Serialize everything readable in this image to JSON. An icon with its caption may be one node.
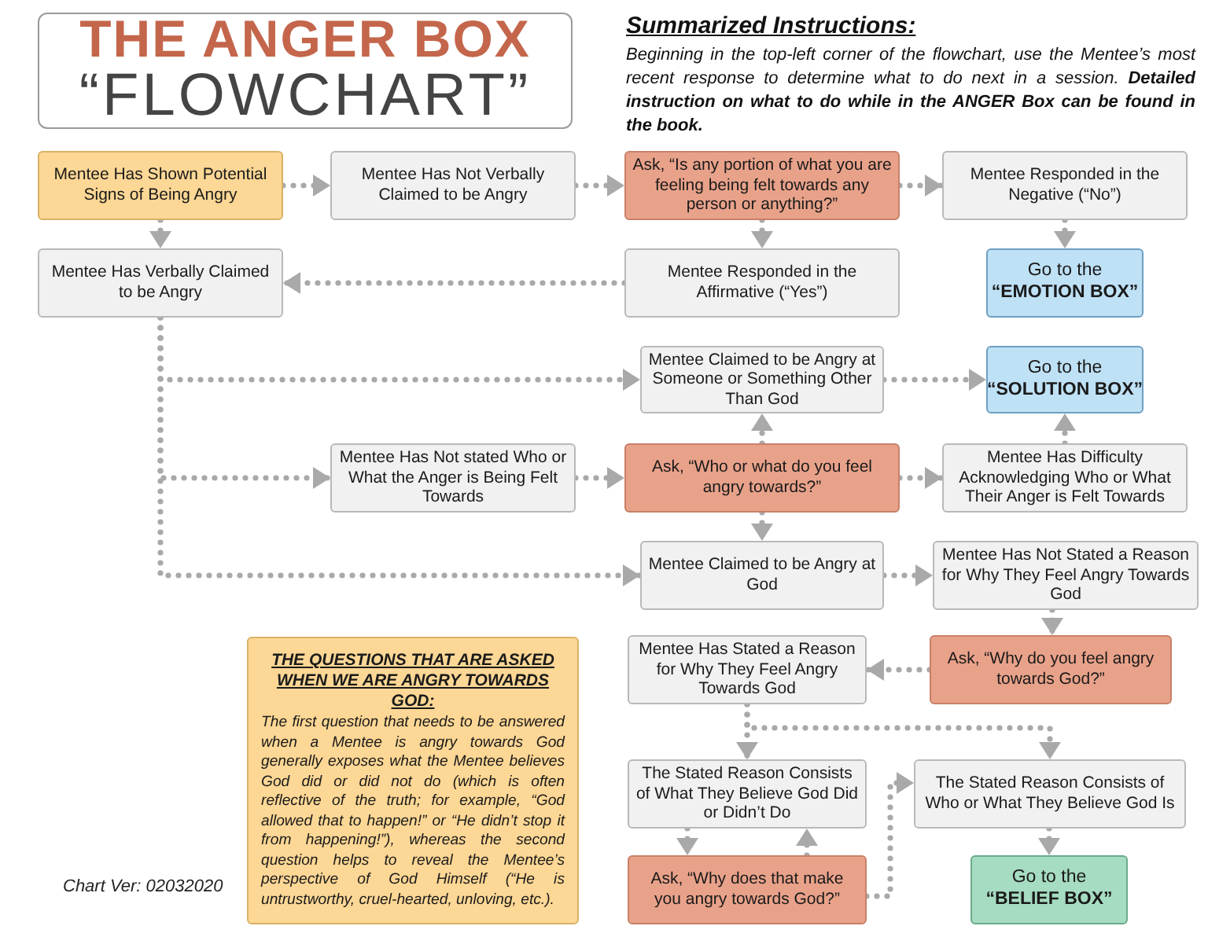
{
  "diagram": {
    "nodes": [
      {
        "text": [
          "THE ANGER BOX",
          "“FLOWCHART”"
        ]
      },
      {
        "text": [
          "Mentee Has Shown Potential Signs of Being Angry"
        ]
      },
      {
        "text": [
          "Mentee Has Not Verbally Claimed to be Angry"
        ]
      },
      {
        "text": [
          "Ask, “Is any portion of what you are feeling being felt towards any person or anything?”"
        ]
      },
      {
        "text": [
          "Mentee Responded in the Negative (“No”)"
        ]
      },
      {
        "text": [
          "Mentee Has Verbally Claimed to be Angry"
        ]
      },
      {
        "text": [
          "Mentee Responded in the Affirmative (“Yes”)"
        ]
      },
      {
        "text": [
          "Go to the **“EMOTION BOX”**"
        ]
      },
      {
        "text": [
          "Mentee Claimed to be Angry at Someone or Something Other Than God"
        ]
      },
      {
        "text": [
          "Go to the **“SOLUTION BOX”**"
        ]
      },
      {
        "text": [
          "Mentee Has Not stated Who or What the Anger is Being Felt Towards"
        ]
      },
      {
        "text": [
          "Ask, “Who or what do you feel angry towards?”"
        ]
      },
      {
        "text": [
          "Mentee Has Difficulty Acknowledging Who or What Their Anger is Felt Towards"
        ]
      },
      {
        "text": [
          "Mentee Claimed to be Angry at God"
        ]
      },
      {
        "text": [
          "Mentee Has Not Stated a Reason for Why They Feel Angry Towards God"
        ]
      },
      {
        "text": [
          "THE QUESTIONS THAT ARE ASKED WHEN WE ARE ANGRY TOWARDS GOD:",
          "The first question that needs to be answered when a Mentee is angry towards God generally exposes what the Mentee believes God did or did not do (which is often reflective of the truth; for example, “God allowed that to happen!” or “He didn’t stop it from happening!”), whereas the second question helps to reveal the Mentee’s perspective of God Himself (“He is untrustworthy, cruel-hearted, unloving, etc.)."
        ]
      },
      {
        "text": [
          "Mentee Has Stated a Reason for Why They Feel Angry Towards God"
        ]
      },
      {
        "text": [
          "Ask, “Why do you feel angry towards God?”"
        ]
      },
      {
        "text": [
          "The Stated Reason Consists of What They Believe God Did or Didn’t Do"
        ]
      },
      {
        "text": [
          "The Stated Reason Consists of Who or What They Believe God Is"
        ]
      },
      {
        "text": [
          "Ask, “Why does that make you angry towards God?”"
        ]
      },
      {
        "text": [
          "Go to the **“BELIEF BOX”**"
        ]
      }
    ],
    "edges": [
      {
        "from": 1,
        "to": 2,
        "arrow": "to"
      },
      {
        "from": 2,
        "to": 3,
        "arrow": "to"
      },
      {
        "from": 3,
        "to": 4,
        "arrow": "to"
      },
      {
        "from": 1,
        "to": 5,
        "arrow": "to"
      },
      {
        "from": 3,
        "to": 6,
        "arrow": "to"
      },
      {
        "from": 6,
        "to": 5,
        "arrow": "to"
      },
      {
        "from": 4,
        "to": 7,
        "arrow": "to"
      },
      {
        "from": 5,
        "to": 8,
        "arrow": "to"
      },
      {
        "from": 5,
        "to": 10,
        "arrow": "to"
      },
      {
        "from": 5,
        "to": 13,
        "arrow": "to"
      },
      {
        "from": 8,
        "to": 9,
        "arrow": "to"
      },
      {
        "from": 11,
        "to": 8,
        "arrow": "to"
      },
      {
        "from": 10,
        "to": 11,
        "arrow": "to"
      },
      {
        "from": 11,
        "to": 12,
        "arrow": "to"
      },
      {
        "from": 12,
        "to": 9,
        "arrow": "to"
      },
      {
        "from": 11,
        "to": 13,
        "arrow": "to"
      },
      {
        "from": 13,
        "to": 14,
        "arrow": "to"
      },
      {
        "from": 14,
        "to": 17,
        "arrow": "to"
      },
      {
        "from": 17,
        "to": 16,
        "arrow": "to"
      },
      {
        "from": 16,
        "to": 18,
        "arrow": "to"
      },
      {
        "from": 16,
        "to": 19,
        "arrow": "to"
      },
      {
        "from": 18,
        "to": 20,
        "arrow": "to"
      },
      {
        "from": 20,
        "to": 18,
        "arrow": "to"
      },
      {
        "from": 20,
        "to": 19,
        "arrow": "to"
      },
      {
        "from": 19,
        "to": 21,
        "arrow": "to"
      }
    ],
    "labels": [
      "Summarized Instructions:",
      "Beginning in the top-left corner of the flowchart, use the Mentee’s most recent response to determine what to do next in a session. **Detailed instruction on what to do while in the ANGER Box can be found in the book.**",
      "Chart Ver: 02032020"
    ]
  }
}
